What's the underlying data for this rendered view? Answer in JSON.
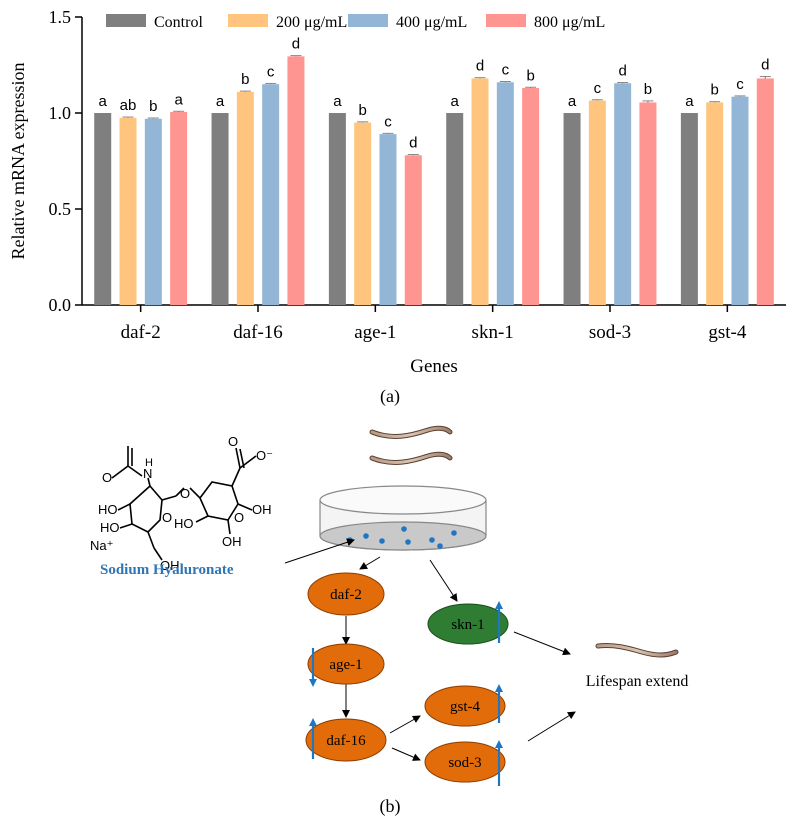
{
  "panel_a_label": "(a)",
  "panel_b_label": "(b)",
  "chart_data": {
    "type": "bar",
    "categories": [
      "daf-2",
      "daf-16",
      "age-1",
      "skn-1",
      "sod-3",
      "gst-4"
    ],
    "series": [
      {
        "name": "Control",
        "color": "#7f7f7f",
        "values": [
          1.0,
          1.0,
          1.0,
          1.0,
          1.0,
          1.0
        ],
        "errors": [
          0,
          0,
          0,
          0,
          0,
          0
        ],
        "labels": [
          "a",
          "a",
          "a",
          "a",
          "a",
          "a"
        ]
      },
      {
        "name": "200 μg/mL",
        "color": "#ffc57e",
        "values": [
          0.975,
          1.11,
          0.95,
          1.18,
          1.065,
          1.055
        ],
        "errors": [
          0.004,
          0.004,
          0.004,
          0.004,
          0.004,
          0.004
        ],
        "labels": [
          "ab",
          "b",
          "b",
          "d",
          "c",
          "b"
        ]
      },
      {
        "name": "400 μg/mL",
        "color": "#93b6d6",
        "values": [
          0.97,
          1.15,
          0.89,
          1.16,
          1.155,
          1.085
        ],
        "errors": [
          0.004,
          0.004,
          0.004,
          0.004,
          0.004,
          0.004
        ],
        "labels": [
          "b",
          "c",
          "c",
          "c",
          "d",
          "c"
        ]
      },
      {
        "name": "800 μg/mL",
        "color": "#ff9590",
        "values": [
          1.005,
          1.295,
          0.78,
          1.13,
          1.055,
          1.18
        ],
        "errors": [
          0.004,
          0.004,
          0.004,
          0.004,
          0.008,
          0.01
        ],
        "labels": [
          "a",
          "d",
          "d",
          "b",
          "b",
          "d"
        ]
      }
    ],
    "xlabel": "Genes",
    "ylabel": "Relative mRNA expression",
    "ylim": [
      0,
      1.5
    ],
    "yticks": [
      "0.0",
      "0.5",
      "1.0",
      "1.5"
    ],
    "grid": false,
    "legend_position": "top"
  },
  "diagram": {
    "compound_name": "Sodium Hyaluronate",
    "compound_label_color": "#2e75b6",
    "structure_labels": {
      "na": "Na⁺",
      "carboxylate": "O⁻",
      "oh1": "HO",
      "oh2": "OH",
      "oh3": "HO",
      "oh4": "OH",
      "oh5": "OH",
      "oh6": "OH",
      "ho_ring": "HO",
      "nh": "N",
      "h": "H",
      "o_ring1": "O",
      "o_ring2": "O",
      "o_link": "O",
      "o_carbonyl": "O",
      "o_acetyl": "O"
    },
    "nodes": [
      {
        "id": "daf-2",
        "label": "daf-2",
        "color": "#e36c0a",
        "arrow": ""
      },
      {
        "id": "age-1",
        "label": "age-1",
        "color": "#e36c0a",
        "arrow": "down"
      },
      {
        "id": "daf-16",
        "label": "daf-16",
        "color": "#e36c0a",
        "arrow": "up"
      },
      {
        "id": "gst-4",
        "label": "gst-4",
        "color": "#e36c0a",
        "arrow": "up"
      },
      {
        "id": "sod-3",
        "label": "sod-3",
        "color": "#e36c0a",
        "arrow": "up"
      },
      {
        "id": "skn-1",
        "label": "skn-1",
        "color": "#2e7d32",
        "arrow": "up"
      }
    ],
    "outcome": "Lifespan extend",
    "regulation_arrow_color": "#1f77c4"
  }
}
